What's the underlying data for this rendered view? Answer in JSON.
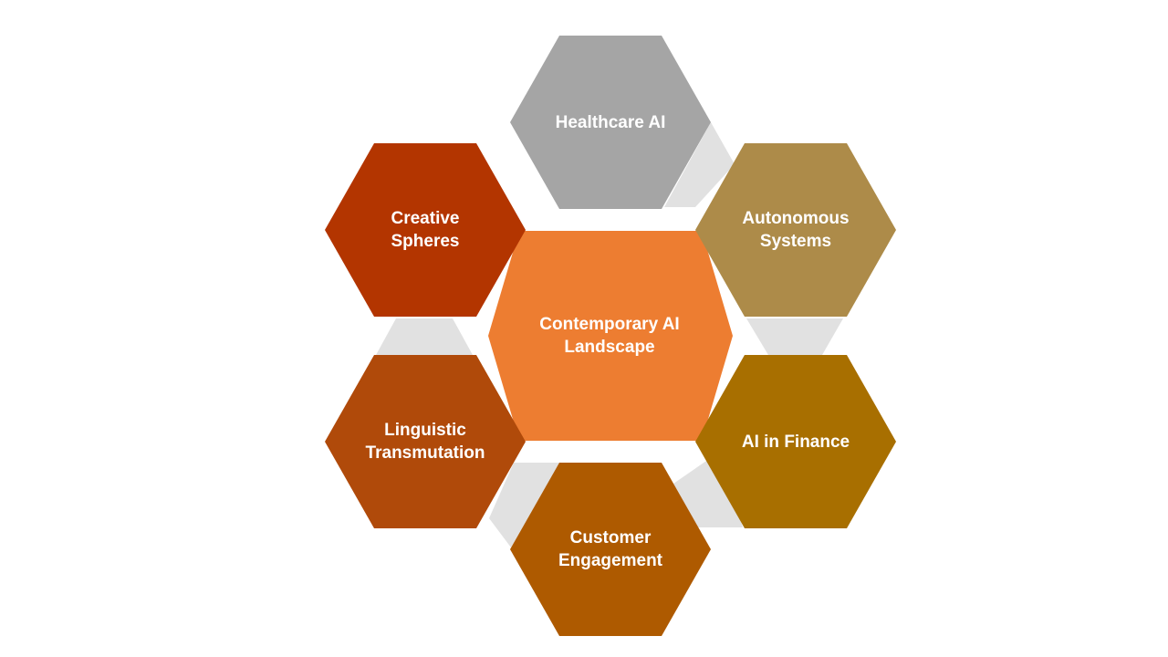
{
  "diagram": {
    "center": {
      "lines": [
        "Contemporary AI",
        "Landscape"
      ],
      "color": "#ED7D31"
    },
    "nodes": [
      {
        "id": "healthcare",
        "lines": [
          "Healthcare AI"
        ],
        "color": "#A5A5A5"
      },
      {
        "id": "autonomous",
        "lines": [
          "Autonomous",
          "Systems"
        ],
        "color": "#AD8B49"
      },
      {
        "id": "finance",
        "lines": [
          "AI in Finance"
        ],
        "color": "#A86F00"
      },
      {
        "id": "customer",
        "lines": [
          "Customer",
          "Engagement"
        ],
        "color": "#AE5A00"
      },
      {
        "id": "linguistic",
        "lines": [
          "Linguistic",
          "Transmutation"
        ],
        "color": "#B04A0A"
      },
      {
        "id": "creative",
        "lines": [
          "Creative",
          "Spheres"
        ],
        "color": "#B33500"
      }
    ],
    "connector_color": "#E1E1E1"
  }
}
